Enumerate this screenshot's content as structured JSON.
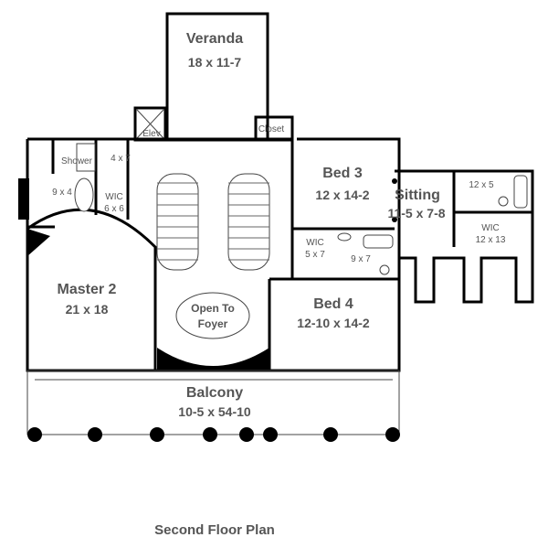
{
  "plan_title": "Second Floor Plan",
  "rooms": {
    "veranda": {
      "name": "Veranda",
      "size": "18 x 11-7"
    },
    "master2": {
      "name": "Master 2",
      "size": "21 x 18"
    },
    "bed3": {
      "name": "Bed 3",
      "size": "12 x 14-2"
    },
    "sitting": {
      "name": "Sitting",
      "size": "11-5 x 7-8"
    },
    "bed4": {
      "name": "Bed 4",
      "size": "12-10 x 14-2"
    },
    "foyer": {
      "line1": "Open To",
      "line2": "Foyer"
    },
    "balcony": {
      "name": "Balcony",
      "size": "10-5 x 54-10"
    },
    "elev": "Elev",
    "closet": "Closet",
    "shower": "Shower",
    "bath_4x7": "4 x 7",
    "bath_9x4": "9 x 4",
    "wic_master": {
      "name": "WIC",
      "size": "6 x 6"
    },
    "wic_bed4": {
      "name": "WIC",
      "size": "5 x 7"
    },
    "bath_9x7": "9 x 7",
    "bath_12x5": "12 x 5",
    "wic_sitting": {
      "name": "WIC",
      "size": "12 x 13"
    }
  }
}
